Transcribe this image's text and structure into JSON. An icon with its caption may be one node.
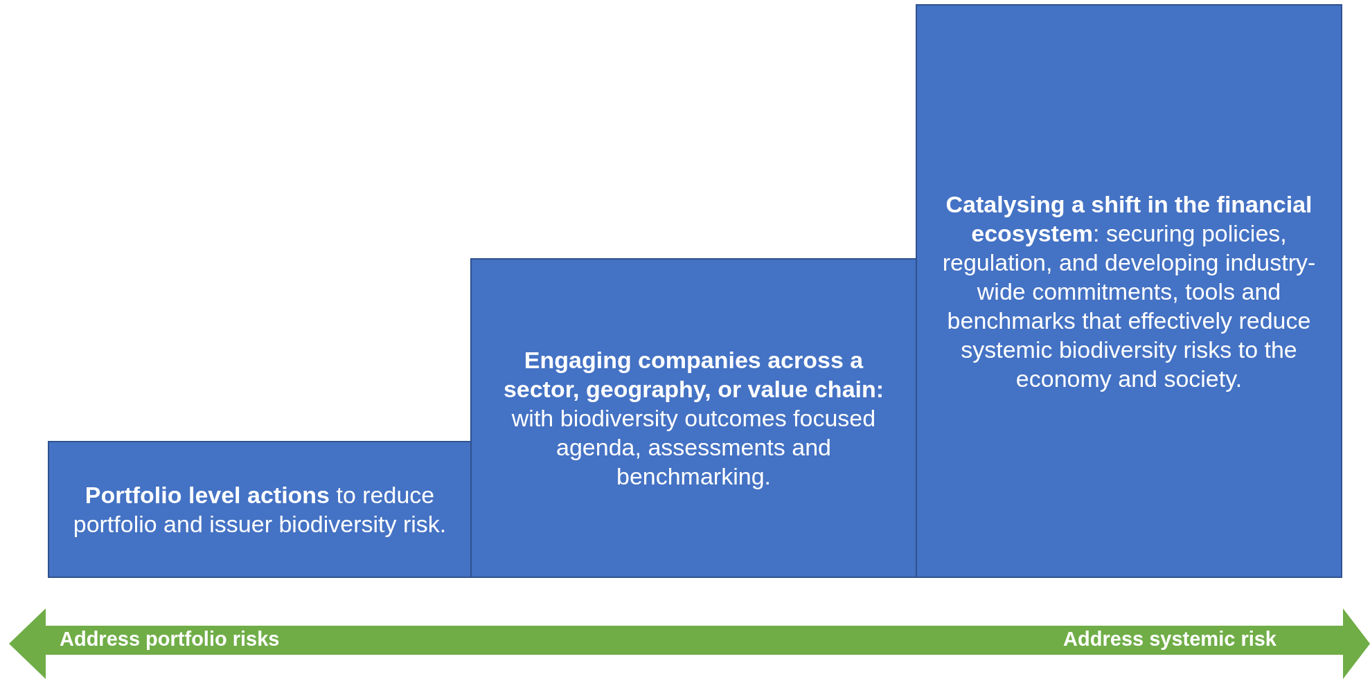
{
  "diagram": {
    "nodes": [
      {
        "text": [
          "**Portfolio level actions** to reduce portfolio and issuer biodiversity risk."
        ]
      },
      {
        "text": [
          "**Engaging companies across a sector, geography, or value chain:** with biodiversity outcomes focused agenda, assessments and benchmarking."
        ]
      },
      {
        "text": [
          "**Catalysing a shift in the financial ecosystem**: securing policies, regulation, and developing industry-wide commitments, tools and benchmarks that effectively reduce systemic biodiversity risks to the economy and society."
        ]
      }
    ],
    "edges": [],
    "labels": [
      "Address portfolio risks",
      "Address systemic risk"
    ]
  }
}
